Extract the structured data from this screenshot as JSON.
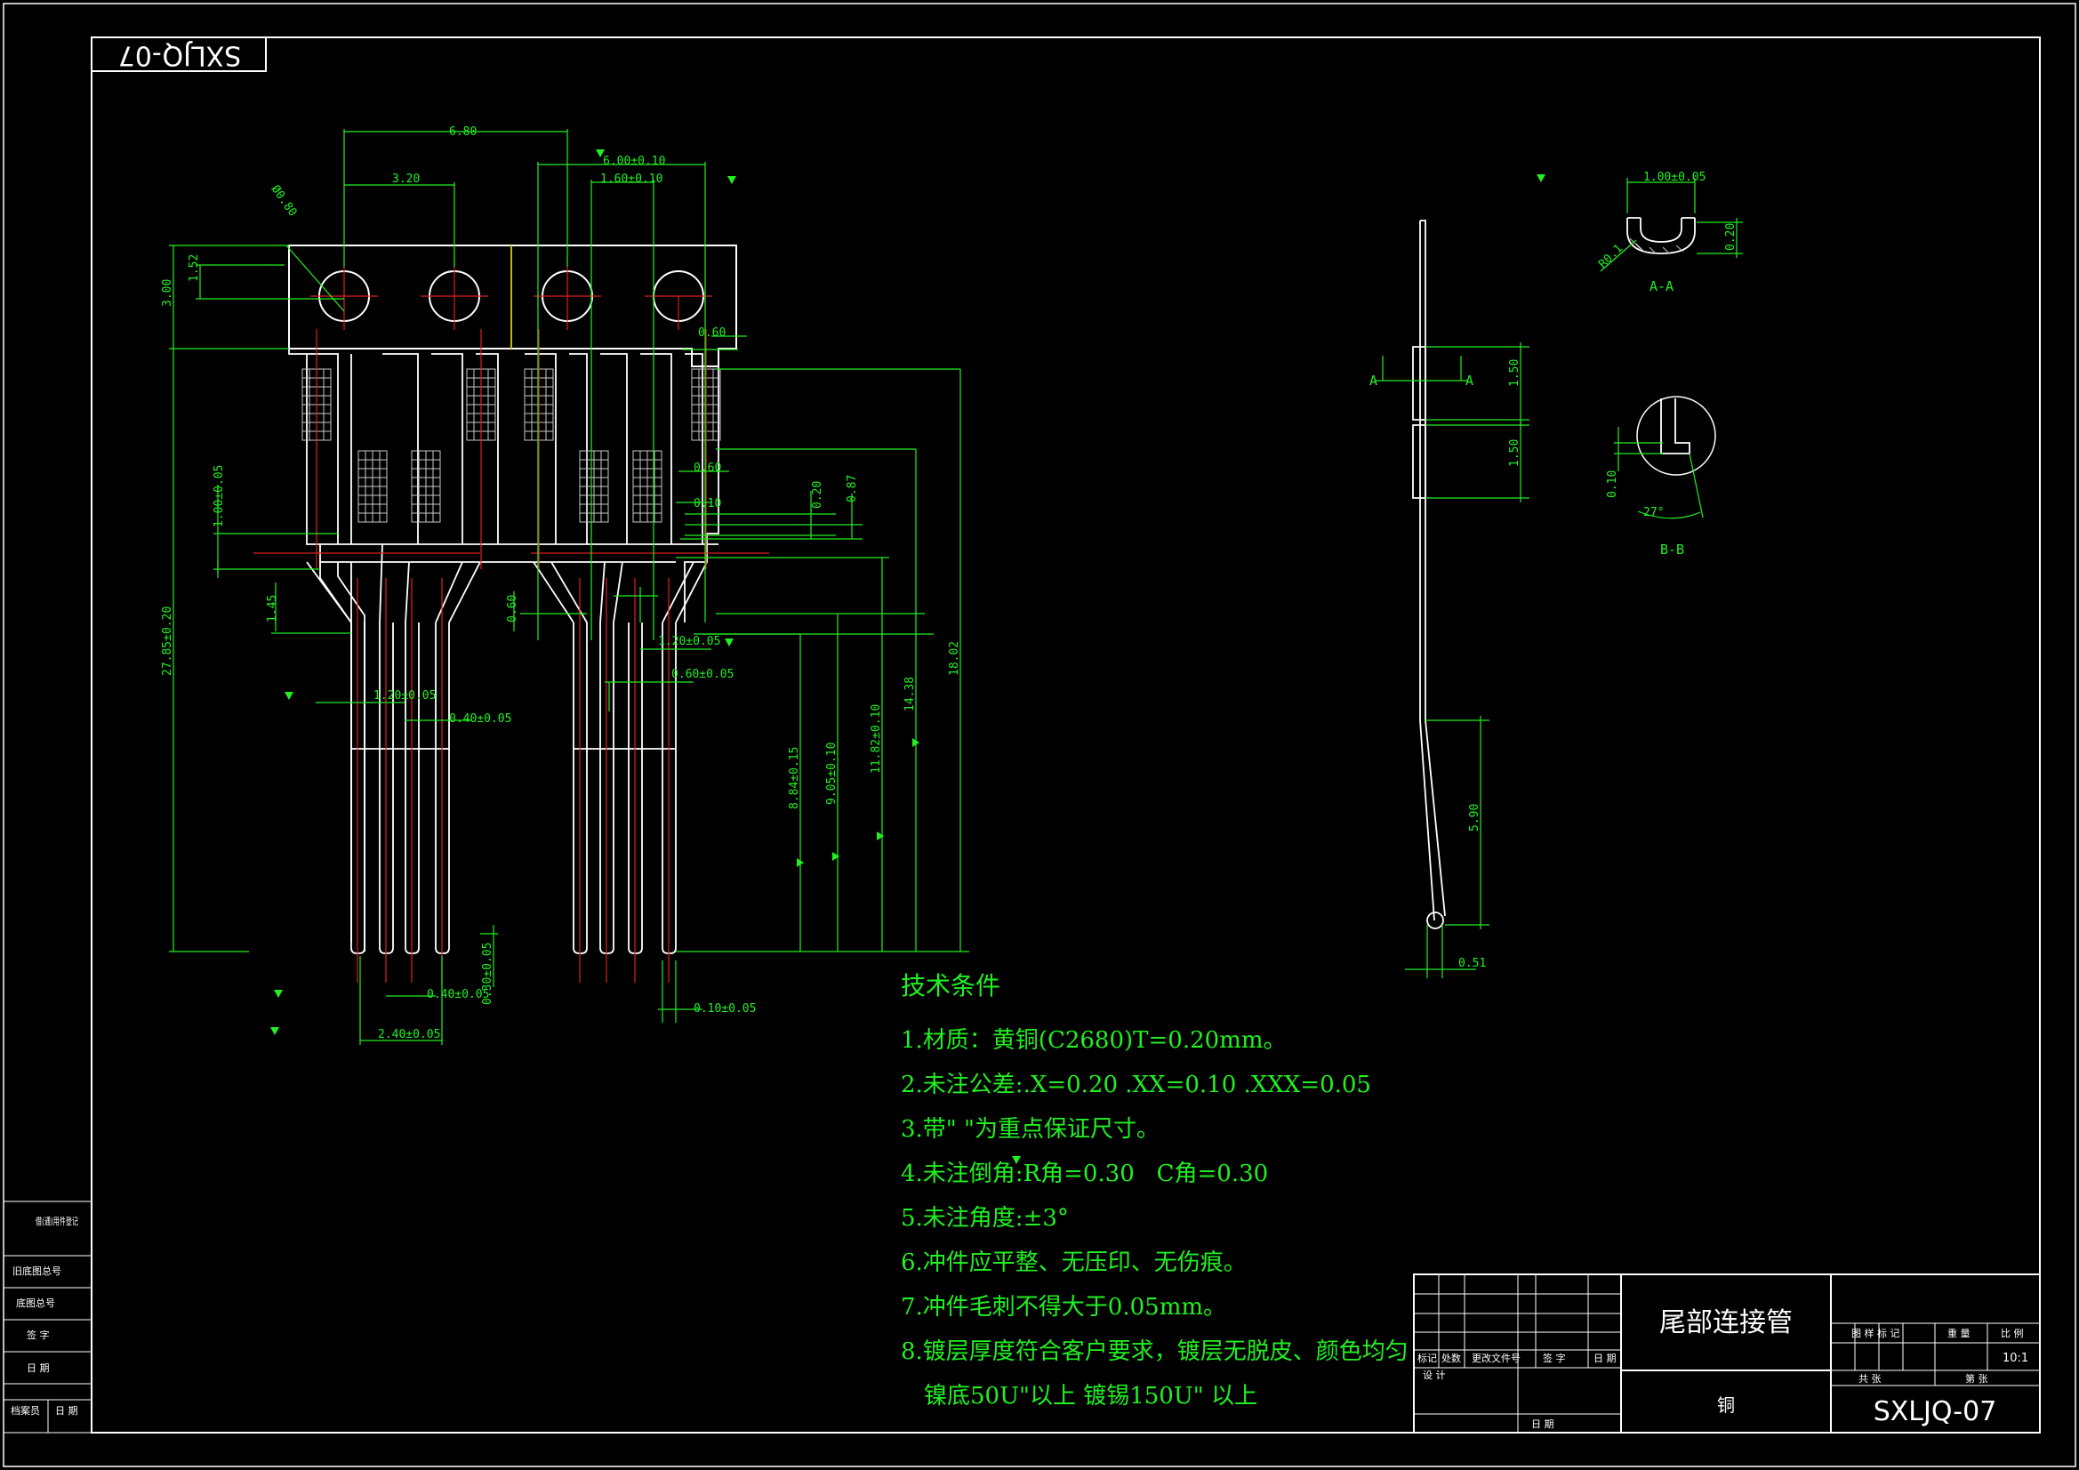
{
  "drawing_code": "SXLJQ-07",
  "colors": {
    "dimension": "#21f021",
    "outline": "#ffffff",
    "centerline": "#e02020",
    "plating": "#c8c8c8",
    "yellow": "#c8b400"
  },
  "dimensions": {
    "width_total": "6.80",
    "pitch": "3.20",
    "tol_a": "6.00±0.10",
    "tol_b": "1.60±0.10",
    "hole_dia": "Ø0.80",
    "strip_h": "3.00",
    "edge_dist": "1.52",
    "slot_w": "0.60",
    "side_gap": "0.60",
    "d_010": "0.10",
    "d_020": "0.20",
    "d_087": "0.87",
    "vert_a": "1.00±0.05",
    "vert_b": "1.45",
    "overall_len": "27.85±0.20",
    "shoulder": "0.60",
    "pin_gap": "1.20±0.05",
    "pin_w": "0.40±0.05",
    "pin_w2": "1.20±0.05",
    "tip_len": "0.60±0.05",
    "len_a": "8.84±0.15",
    "len_b": "9.05±0.10",
    "len_c": "11.82±0.10",
    "len_d": "14.38",
    "len_e": "18.02",
    "tip_a": "0.30±0.05",
    "tip_b": "0.10±0.05",
    "pin_spacing": "2.40±0.05",
    "pin_gap2": "0.40±0.05",
    "side_150a": "1.50",
    "side_150b": "1.50",
    "side_590": "5.90",
    "side_051": "0.51",
    "sec_w": "1.00±0.05",
    "sec_r": "R0.1",
    "sec_h": "0.20",
    "b_h": "0.10",
    "b_angle": "27°"
  },
  "section_labels": {
    "a": "A",
    "aa": "A-A",
    "bb": "B-B"
  },
  "technical_notes": {
    "title": "技术条件",
    "items": [
      "1.材质：黄铜(C2680)T=0.20mm。",
      "2.未注公差:.X=0.20 .XX=0.10 .XXX=0.05",
      "3.带\" \"为重点保证尺寸。",
      "4.未注倒角:R角=0.30   C角=0.30",
      "5.未注角度:±3°",
      "6.冲件应平整、无压印、无伤痕。",
      "7.冲件毛刺不得大于0.05mm。",
      "8.镀层厚度符合客户要求，镀层无脱皮、颜色均匀"
    ],
    "sub_item": "镍底50U\"以上 镀锡150U\" 以上"
  },
  "title_block": {
    "part_name": "尾部连接管",
    "material": "铜",
    "drawing_no": "SXLJQ-07",
    "scale": "10:1",
    "headers": {
      "stage_mark": "图 样 标 记",
      "weight": "重 量",
      "scale": "比 例",
      "total": "共   张",
      "sheet": "第   张"
    },
    "rev_cols": [
      "标记",
      "处数",
      "更改文件号",
      "签 字",
      "日 期"
    ],
    "design": "设 计",
    "date": "日 期"
  },
  "left_block": [
    "借(通)用件登记",
    "旧底图总号",
    "底图总号",
    "签 字",
    "日 期",
    "档案员",
    "日 期"
  ]
}
